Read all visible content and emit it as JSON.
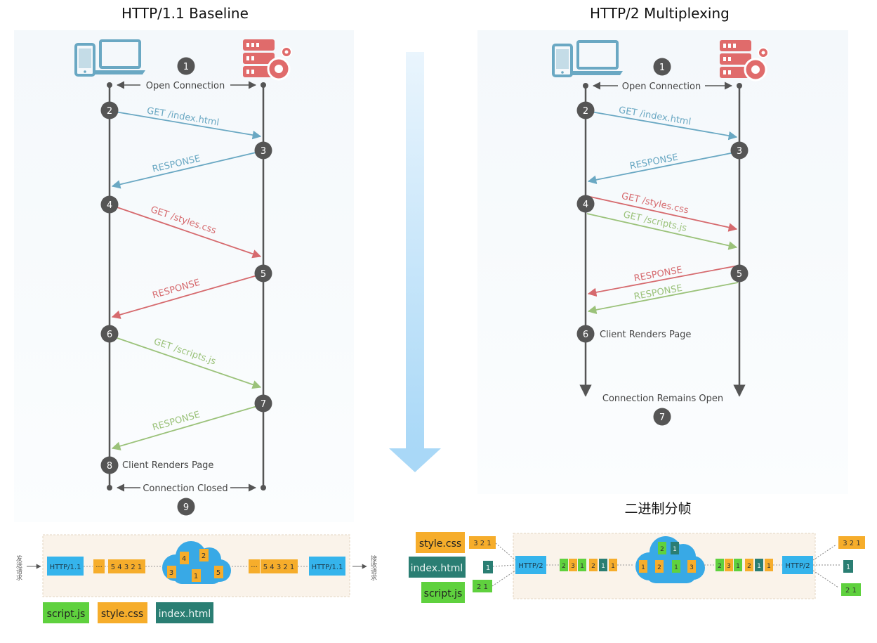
{
  "left": {
    "title": "HTTP/1.1 Baseline",
    "open_label": "Open Connection",
    "req1": "GET /index.html",
    "resp1": "RESPONSE",
    "req2": "GET /styles.css",
    "resp2": "RESPONSE",
    "req3": "GET /scripts.js",
    "resp3": "RESPONSE",
    "render_label": "Client Renders Page",
    "closed_label": "Connection Closed",
    "steps": [
      "1",
      "2",
      "3",
      "4",
      "5",
      "6",
      "7",
      "8",
      "9"
    ]
  },
  "right": {
    "title": "HTTP/2 Multiplexing",
    "open_label": "Open Connection",
    "req1": "GET /index.html",
    "resp1": "RESPONSE",
    "req2": "GET /styles.css",
    "req3": "GET /scripts.js",
    "resp2": "RESPONSE",
    "resp3": "RESPONSE",
    "render_label": "Client Renders Page",
    "remains_label": "Connection Remains Open",
    "steps": [
      "1",
      "2",
      "3",
      "4",
      "5",
      "6",
      "7"
    ]
  },
  "bottom_left": {
    "left_side_text": "发送请求",
    "right_side_text": "接收请求",
    "proto_left": "HTTP/1.1",
    "proto_right": "HTTP/1.1",
    "dots": "···",
    "seq_left": "5 4 3 2 1",
    "seq_right": "5 4 3 2 1",
    "cloud_nums": [
      "4",
      "2",
      "3",
      "1",
      "5"
    ],
    "legend": [
      "script.js",
      "style.css",
      "index.html"
    ]
  },
  "bottom_right": {
    "heading": "二进制分帧",
    "files": [
      "style.css",
      "index.html",
      "script.js"
    ],
    "style_frames": "3 2 1",
    "index_frames": "1",
    "script_frames": "2 1",
    "proto_left": "HTTP/2",
    "proto_right": "HTTP/2",
    "stream_left": [
      "2",
      "3",
      "1",
      "2",
      "1",
      "1"
    ],
    "stream_right": [
      "2",
      "3",
      "1",
      "2",
      "1",
      "1"
    ],
    "cloud_top": [
      "2",
      "1"
    ],
    "cloud_bottom": [
      "1",
      "2",
      "1",
      "3"
    ],
    "out_style": "3 2 1",
    "out_index": "1",
    "out_script": "2 1"
  },
  "colors": {
    "blue_arrow": "#6aa8c3",
    "red_arrow": "#d66a6e",
    "green_arrow": "#9bc27a",
    "step_circle": "#555555",
    "lifeline": "#555555",
    "device": "#6aa8c3",
    "server": "#e06b6b",
    "proto_box": "#35b4ec",
    "style_box": "#f6ad2b",
    "index_box": "#2a7e73",
    "script_box": "#5fd13e",
    "cloud": "#38a9e6",
    "band_bg": "#faf3ea"
  }
}
